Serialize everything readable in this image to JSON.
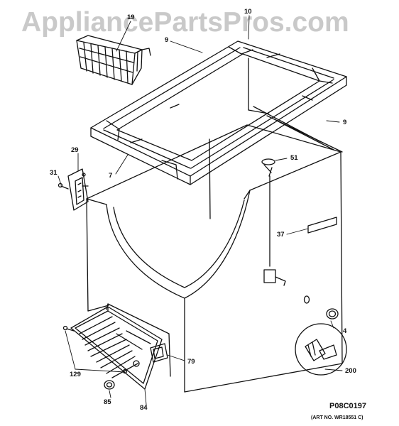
{
  "watermark": "AppliancePartsPros.com",
  "figure_id": "P08C0197",
  "art_number": "(ART NO. WR18551 C)",
  "callouts": {
    "c10": "10",
    "c19": "19",
    "c9a": "9",
    "c9b": "9",
    "c7": "7",
    "c29": "29",
    "c31": "31",
    "c51": "51",
    "c37": "37",
    "c4": "4",
    "c200": "200",
    "c79": "79",
    "c129": "129",
    "c85": "85",
    "c84": "84"
  }
}
